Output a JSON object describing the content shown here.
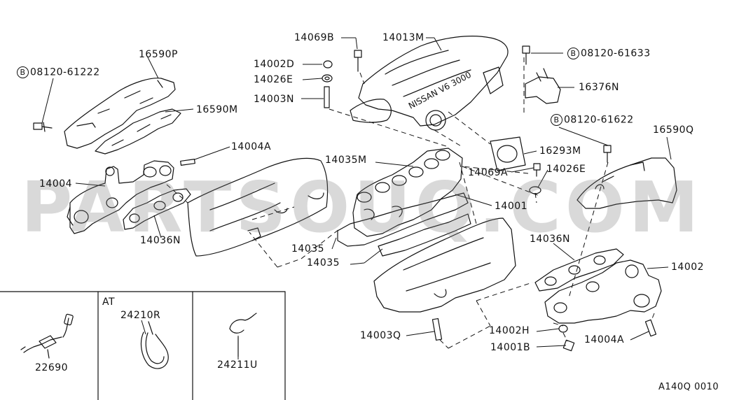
{
  "watermark": "PARTSOUQ.COM",
  "labels": {
    "p14069B": "14069B",
    "p14013M": "14013M",
    "p14002D": "14002D",
    "p14026E": "14026E",
    "p14003N": "14003N",
    "p08120_61633": "08120-61633",
    "p16376N": "16376N",
    "p16590P": "16590P",
    "p08120_61222": "08120-61222",
    "p16590M": "16590M",
    "p08120_61622": "08120-61622",
    "p16590Q": "16590Q",
    "p16293M": "16293M",
    "p14004A_top": "14004A",
    "p14035M": "14035M",
    "p14069A": "14069A",
    "p14026E_b": "14026E",
    "p14004": "14004",
    "p14001": "14001",
    "p14036N_l": "14036N",
    "p14035_a": "14035",
    "p14035_b": "14035",
    "p14036N_r": "14036N",
    "p14002": "14002",
    "p14003Q": "14003Q",
    "p14002H": "14002H",
    "p14004A_b": "14004A",
    "p14001B": "14001B",
    "at": "AT",
    "p24210R": "24210R",
    "p22690": "22690",
    "p24211U": "24211U",
    "code": "A140Q 0010",
    "bolt_b": "B",
    "engine_text": "NISSAN V6 3000"
  }
}
